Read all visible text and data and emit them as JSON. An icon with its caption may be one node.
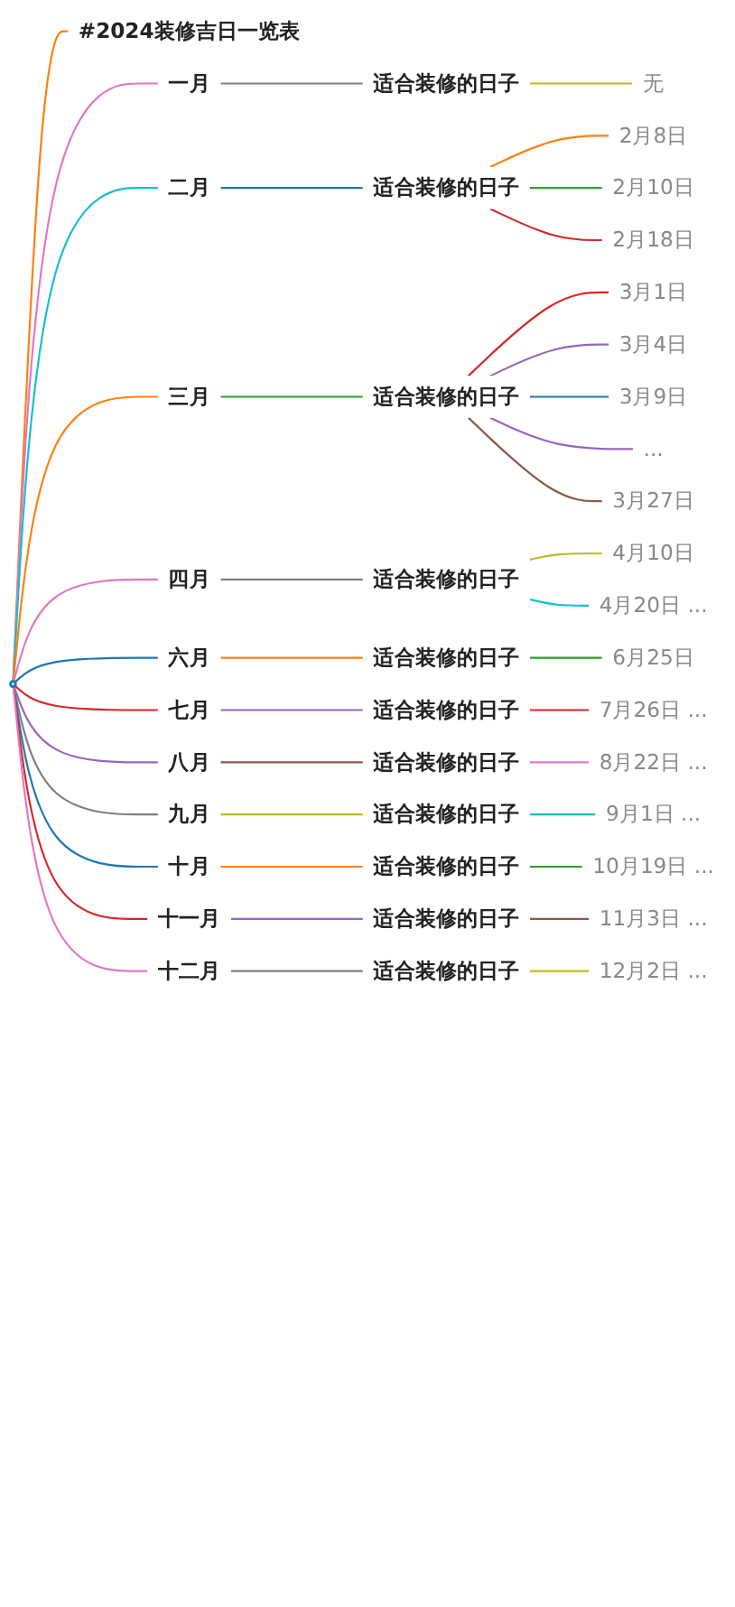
{
  "diagram": {
    "nodes": [
      {
        "text": [],
        "shape": "circle"
      },
      {
        "text": [
          "#2024装修吉日一览表"
        ]
      },
      {
        "text": [
          "一月"
        ]
      },
      {
        "text": [
          "适合装修的日子"
        ]
      },
      {
        "text": [
          "无"
        ]
      },
      {
        "text": [
          "二月"
        ]
      },
      {
        "text": [
          "适合装修的日子"
        ]
      },
      {
        "text": [
          "2月8日"
        ]
      },
      {
        "text": [
          "2月10日"
        ]
      },
      {
        "text": [
          "2月18日"
        ]
      },
      {
        "text": [
          "三月"
        ]
      },
      {
        "text": [
          "适合装修的日子"
        ]
      },
      {
        "text": [
          "3月1日"
        ]
      },
      {
        "text": [
          "3月4日"
        ]
      },
      {
        "text": [
          "3月9日"
        ]
      },
      {
        "text": [
          "..."
        ]
      },
      {
        "text": [
          "3月27日"
        ]
      },
      {
        "text": [
          "四月"
        ]
      },
      {
        "text": [
          "适合装修的日子"
        ]
      },
      {
        "text": [
          "4月10日"
        ]
      },
      {
        "text": [
          "4月20日 ..."
        ]
      },
      {
        "text": [
          "六月"
        ]
      },
      {
        "text": [
          "适合装修的日子"
        ]
      },
      {
        "text": [
          "6月25日"
        ]
      },
      {
        "text": [
          "七月"
        ]
      },
      {
        "text": [
          "适合装修的日子"
        ]
      },
      {
        "text": [
          "7月26日 ..."
        ]
      },
      {
        "text": [
          "八月"
        ]
      },
      {
        "text": [
          "适合装修的日子"
        ]
      },
      {
        "text": [
          "8月22日 ..."
        ]
      },
      {
        "text": [
          "九月"
        ]
      },
      {
        "text": [
          "适合装修的日子"
        ]
      },
      {
        "text": [
          "9月1日 ..."
        ]
      },
      {
        "text": [
          "十月"
        ]
      },
      {
        "text": [
          "适合装修的日子"
        ]
      },
      {
        "text": [
          "10月19日 ..."
        ]
      },
      {
        "text": [
          "十一月"
        ]
      },
      {
        "text": [
          "适合装修的日子"
        ]
      },
      {
        "text": [
          "11月3日 ..."
        ]
      },
      {
        "text": [
          "十二月"
        ]
      },
      {
        "text": [
          "适合装修的日子"
        ]
      },
      {
        "text": [
          "12月2日 ..."
        ]
      }
    ],
    "edges": [
      {
        "from": 0,
        "to": 1,
        "arrow": "none",
        "color": "#ff7f0e"
      },
      {
        "from": 0,
        "to": 2,
        "arrow": "none",
        "color": "#e377c2"
      },
      {
        "from": 2,
        "to": 3,
        "arrow": "none",
        "color": "#7f7f7f"
      },
      {
        "from": 3,
        "to": 4,
        "arrow": "none",
        "color": "#bcbd22"
      },
      {
        "from": 0,
        "to": 5,
        "arrow": "none",
        "color": "#17becf"
      },
      {
        "from": 5,
        "to": 6,
        "arrow": "none",
        "color": "#1f77b4"
      },
      {
        "from": 6,
        "to": 7,
        "arrow": "none",
        "color": "#ff7f0e"
      },
      {
        "from": 6,
        "to": 8,
        "arrow": "none",
        "color": "#2ca02c"
      },
      {
        "from": 6,
        "to": 9,
        "arrow": "none",
        "color": "#d62728"
      },
      {
        "from": 0,
        "to": 10,
        "arrow": "none",
        "color": "#ff7f0e"
      },
      {
        "from": 10,
        "to": 11,
        "arrow": "none",
        "color": "#2ca02c"
      },
      {
        "from": 11,
        "to": 12,
        "arrow": "none",
        "color": "#d62728"
      },
      {
        "from": 11,
        "to": 13,
        "arrow": "none",
        "color": "#9467bd"
      },
      {
        "from": 11,
        "to": 14,
        "arrow": "none",
        "color": "#1f77b4"
      },
      {
        "from": 11,
        "to": 15,
        "arrow": "none",
        "color": "#9467bd"
      },
      {
        "from": 11,
        "to": 16,
        "arrow": "none",
        "color": "#8c564b"
      },
      {
        "from": 0,
        "to": 17,
        "arrow": "none",
        "color": "#e377c2"
      },
      {
        "from": 17,
        "to": 18,
        "arrow": "none",
        "color": "#7f7f7f"
      },
      {
        "from": 18,
        "to": 19,
        "arrow": "none",
        "color": "#bcbd22"
      },
      {
        "from": 18,
        "to": 20,
        "arrow": "none",
        "color": "#17becf"
      },
      {
        "from": 0,
        "to": 21,
        "arrow": "none",
        "color": "#1f77b4"
      },
      {
        "from": 21,
        "to": 22,
        "arrow": "none",
        "color": "#ff7f0e"
      },
      {
        "from": 22,
        "to": 23,
        "arrow": "none",
        "color": "#2ca02c"
      },
      {
        "from": 0,
        "to": 24,
        "arrow": "none",
        "color": "#d62728"
      },
      {
        "from": 24,
        "to": 25,
        "arrow": "none",
        "color": "#9467bd"
      },
      {
        "from": 25,
        "to": 26,
        "arrow": "none",
        "color": "#d62728"
      },
      {
        "from": 0,
        "to": 27,
        "arrow": "none",
        "color": "#9467bd"
      },
      {
        "from": 27,
        "to": 28,
        "arrow": "none",
        "color": "#8c564b"
      },
      {
        "from": 28,
        "to": 29,
        "arrow": "none",
        "color": "#e377c2"
      },
      {
        "from": 0,
        "to": 30,
        "arrow": "none",
        "color": "#7f7f7f"
      },
      {
        "from": 30,
        "to": 31,
        "arrow": "none",
        "color": "#bcbd22"
      },
      {
        "from": 31,
        "to": 32,
        "arrow": "none",
        "color": "#17becf"
      },
      {
        "from": 0,
        "to": 33,
        "arrow": "none",
        "color": "#1f77b4"
      },
      {
        "from": 33,
        "to": 34,
        "arrow": "none",
        "color": "#ff7f0e"
      },
      {
        "from": 34,
        "to": 35,
        "arrow": "none",
        "color": "#2ca02c"
      },
      {
        "from": 0,
        "to": 36,
        "arrow": "none",
        "color": "#d62728"
      },
      {
        "from": 36,
        "to": 37,
        "arrow": "none",
        "color": "#9467bd"
      },
      {
        "from": 37,
        "to": 38,
        "arrow": "none",
        "color": "#8c564b"
      },
      {
        "from": 0,
        "to": 39,
        "arrow": "none",
        "color": "#e377c2"
      },
      {
        "from": 39,
        "to": 40,
        "arrow": "none",
        "color": "#7f7f7f"
      },
      {
        "from": 40,
        "to": 41,
        "arrow": "none",
        "color": "#bcbd22"
      }
    ]
  }
}
